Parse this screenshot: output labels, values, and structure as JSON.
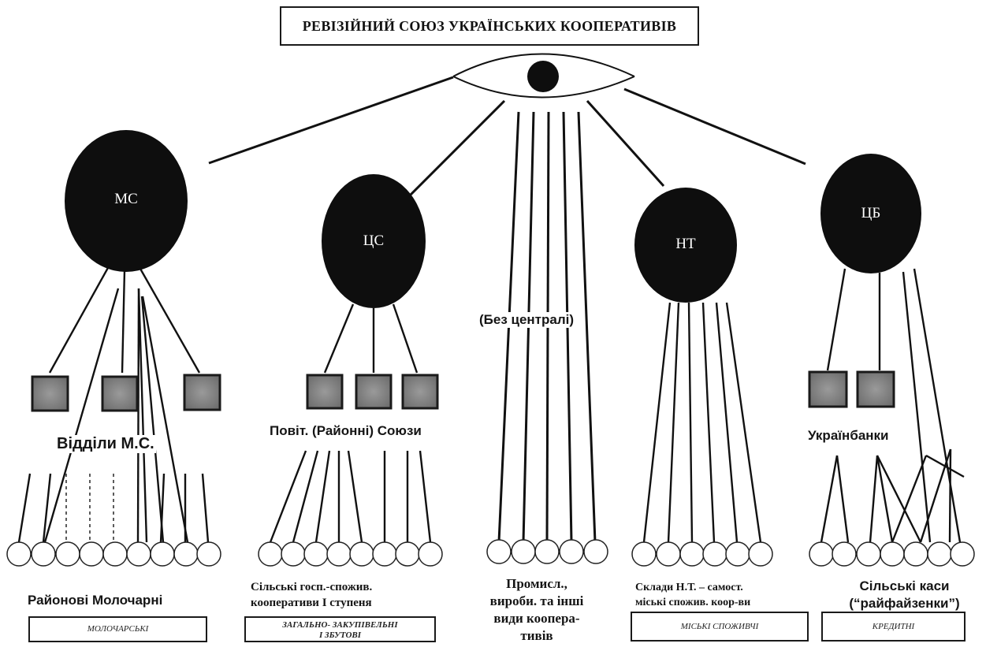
{
  "title": "РЕВІЗІЙНИЙ СОЮЗ УКРАЇНСЬКИХ КООПЕРАТИВІВ",
  "centrals": {
    "ms": "МС",
    "cs": "ЦС",
    "nt": "НТ",
    "cb": "ЦБ"
  },
  "branches": {
    "ms_sub": "Відділи М.С.",
    "cs_sub": "Повіт. (Районні) Союзи",
    "no_central": "(Без централі)",
    "cb_sub": "Українбанки"
  },
  "bottom_labels": {
    "ms": [
      "Районові Молочарні"
    ],
    "cs": [
      "Сільські госп.-спожив.",
      "кооперативи І ступеня"
    ],
    "prom": [
      "Промисл.,",
      "вироби. та інші",
      "види коопера-",
      "тивів"
    ],
    "nt": [
      "Склади Н.Т. – самост.",
      "міські спожив. коор-ви"
    ],
    "cb": [
      "Сільські каси",
      "(“райфайзенки”)"
    ]
  },
  "categories": {
    "ms": "МОЛОЧАРСЬКІ",
    "cs": [
      "ЗАГАЛЬНО- ЗАКУПІВЕЛЬНІ",
      "І ЗБУТОВІ"
    ],
    "nt": "МІСЬКІ СПОЖИВЧІ",
    "cb": "КРЕДИТНІ"
  },
  "colors": {
    "ink": "#111111",
    "central_fill": "#0e0e0e",
    "square_fill": "#8c8c8c",
    "square_border": "#1a1a1a",
    "small_circle_fill": "#ffffff"
  }
}
